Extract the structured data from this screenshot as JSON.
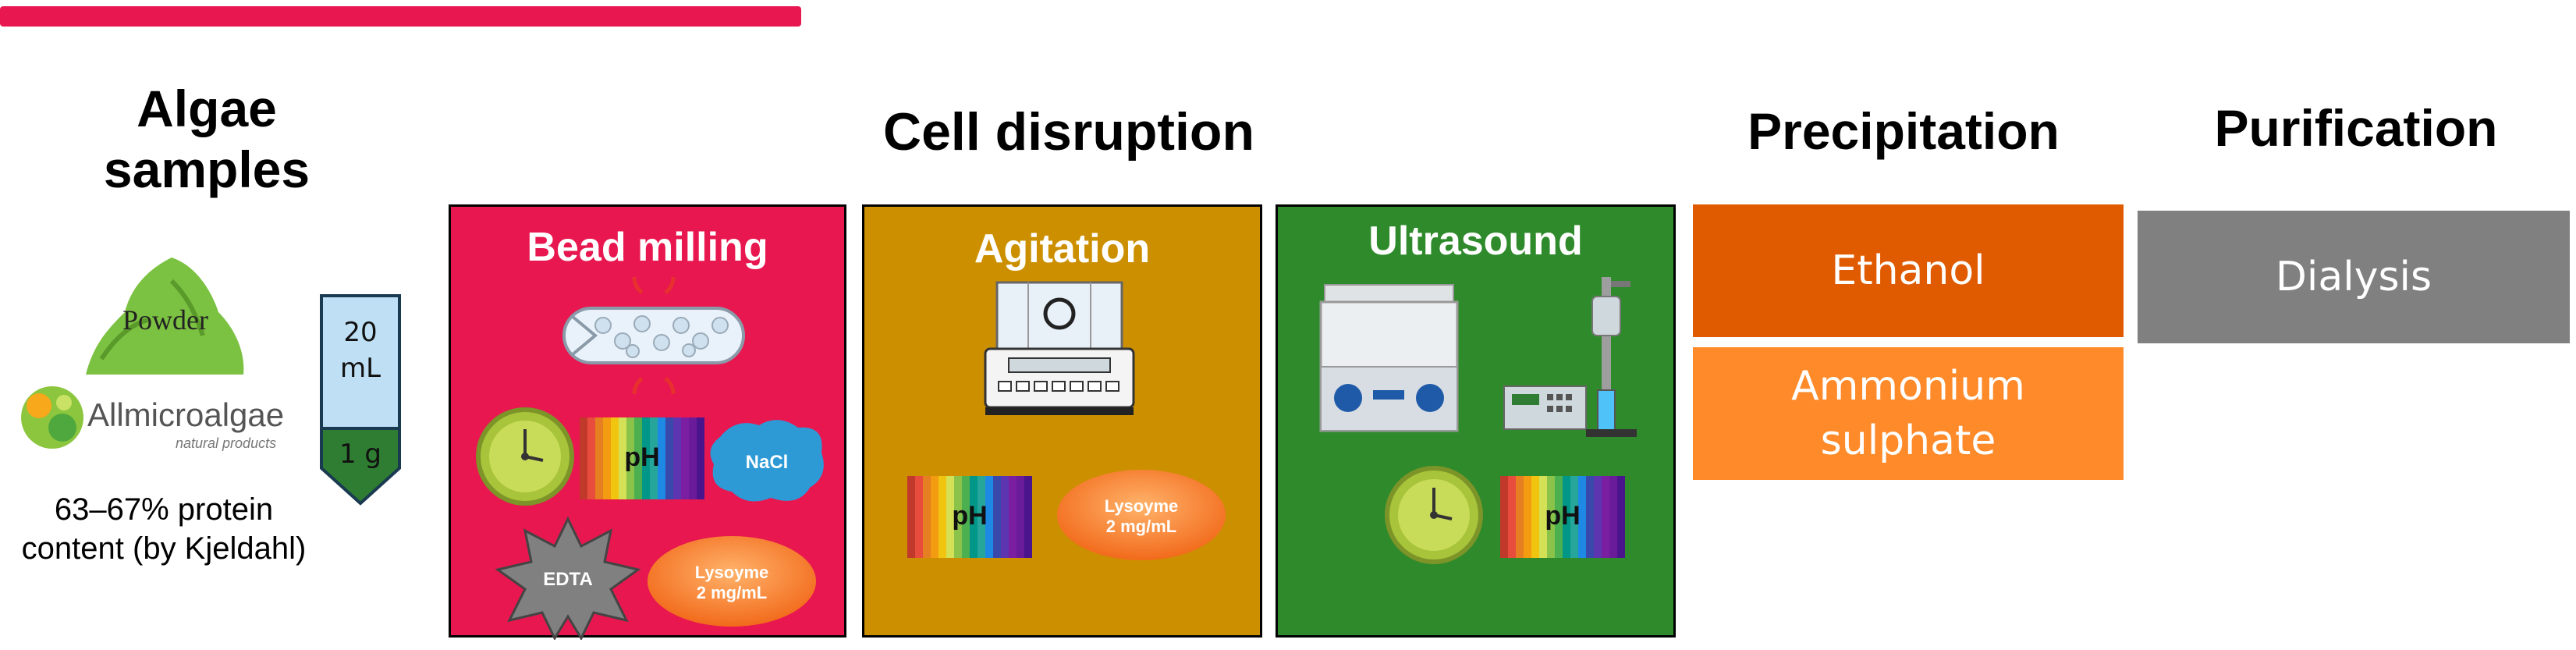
{
  "columns": {
    "algae": "Algae samples",
    "algae_line1": "Algae",
    "algae_line2": "samples",
    "cell_disruption": "Cell disruption",
    "precipitation": "Precipitation",
    "purification": "Purification"
  },
  "samples": {
    "powder_label": "Powder",
    "brand_name": "Allmicroalgae",
    "brand_tagline": "natural products",
    "tube_volume_line1": "20",
    "tube_volume_line2": "mL",
    "tube_mass": "1 g",
    "protein_line1": "63–67% protein",
    "protein_line2": "content (by Kjeldahl)"
  },
  "methods": {
    "bead_milling": {
      "title": "Bead milling",
      "ph": "pH",
      "nacl": "NaCl",
      "edta": "EDTA",
      "lysozyme_line1": "Lysoyme",
      "lysozyme_line2": "2 mg/mL"
    },
    "agitation": {
      "title": "Agitation",
      "ph": "pH",
      "lysozyme_line1": "Lysoyme",
      "lysozyme_line2": "2 mg/mL"
    },
    "ultrasound": {
      "title": "Ultrasound",
      "ph": "pH"
    }
  },
  "precipitation_steps": {
    "ethanol": "Ethanol",
    "ammonium_line1": "Ammonium",
    "ammonium_line2": "sulphate"
  },
  "purification_steps": {
    "dialysis": "Dialysis"
  },
  "colors": {
    "accent_bar": "#e8174f",
    "bead_milling_bg": "#e8174f",
    "agitation_bg": "#cc8f00",
    "ultrasound_bg": "#2f8a2b",
    "ethanol_bg": "#e05a00",
    "ammonium_bg": "#ff8a2a",
    "dialysis_bg": "#808080"
  }
}
